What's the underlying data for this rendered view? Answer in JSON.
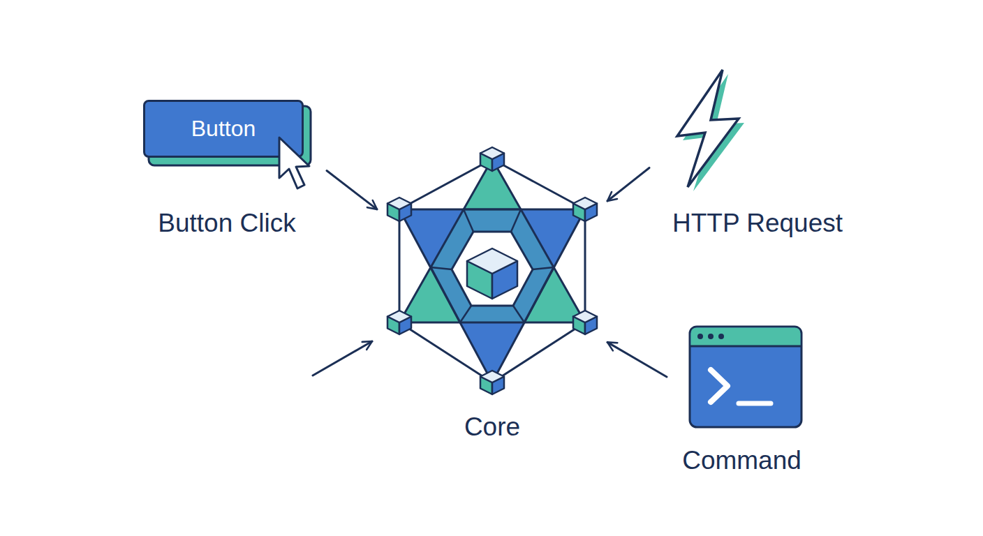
{
  "diagram": {
    "nodes": [
      {
        "text": [
          "Button",
          "Button Click"
        ]
      },
      {
        "text": [
          "HTTP Request"
        ]
      },
      {
        "text": [
          "Core"
        ]
      },
      {
        "text": [
          "Command"
        ]
      }
    ],
    "edges": [
      {
        "from": 0,
        "to": 2,
        "arrow": "to"
      },
      {
        "from": 1,
        "to": 2,
        "arrow": "to"
      },
      {
        "from": 3,
        "to": 2,
        "arrow": "to"
      }
    ]
  }
}
